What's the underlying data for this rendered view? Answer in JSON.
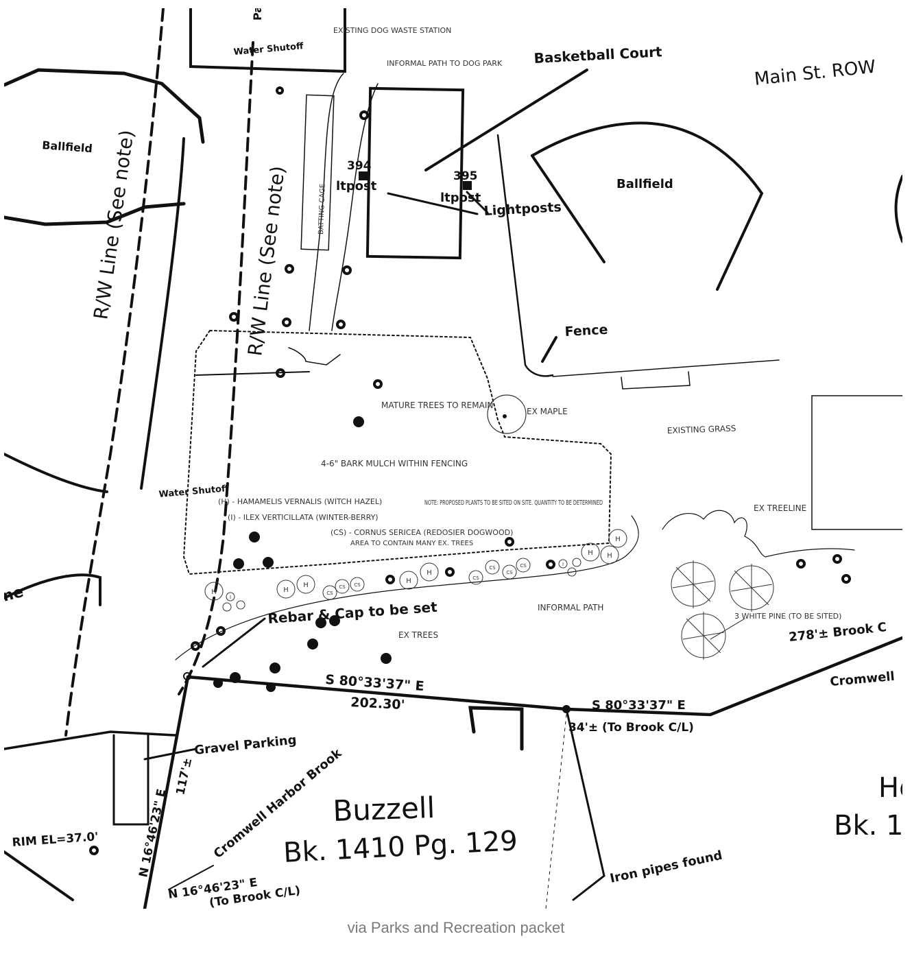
{
  "caption": "via Parks and Recreation packet",
  "map": {
    "labels": {
      "existing_dog_waste_station": "EXISTING DOG WASTE STATION",
      "informal_path_to_dog_park": "INFORMAL PATH TO DOG PARK",
      "basketball_court": "Basketball Court",
      "main_st_row": "Main St. ROW",
      "water_shutoff_top": "Water Shutoff",
      "ballfield_left": "Ballfield",
      "rw_line_left": "R/W Line (See note)",
      "rw_line_center": "R/W Line (See note)",
      "batting_cage": "BATTING CAGE",
      "lightpost_394_num": "394",
      "lightpost_394_label": "ltpost",
      "lightpost_395_num": "395",
      "lightpost_395_label": "ltpost",
      "lightposts": "Lightposts",
      "ballfield_right": "Ballfield",
      "fence": "Fence",
      "mature_trees": "MATURE TREES TO REMAIN",
      "ex_maple": "EX MAPLE",
      "existing_grass": "EXISTING GRASS",
      "bark_mulch": "4-6\" BARK MULCH WITHIN FENCING",
      "water_shutoff_mid": "Water Shutoff",
      "hamamelis": "(H) - HAMAMELIS VERNALIS (WITCH HAZEL)",
      "ilex": "(I) - ILEX VERTICILLATA (WINTER-BERRY)",
      "cornus": "(CS) - CORNUS SERICEA (REDOSIER DOGWOOD)",
      "area_contain": "AREA TO CONTAIN MANY EX. TREES",
      "note_plants": "NOTE: PROPOSED PLANTS TO BE SITED ON SITE. QUANTITY TO BE DETERMINED",
      "ex_treeline": "EX TREELINE",
      "rebar_cap": "Rebar & Cap to be set",
      "informal_path": "INFORMAL PATH",
      "ex_trees": "EX TREES",
      "white_pine": "3 WHITE PINE (TO BE SITED)",
      "brook_278": "278'± Brook C",
      "bearing_1": "S 80°33'37\" E",
      "distance_1": "202.30'",
      "bearing_2": "S 80°33'37\" E",
      "distance_2": "34'± (To Brook C/L)",
      "cromwell": "Cromwell",
      "gravel_parking": "Gravel Parking",
      "cromwell_harbor_brook": "Cromwell Harbor Brook",
      "buzzell": "Buzzell",
      "buzzell_book": "Bk. 1410 Pg. 129",
      "ho": "Ho",
      "bk_right": "Bk. 1",
      "rim_el": "RIM EL=37.0'",
      "bearing_n": "N 16°46'23\" E",
      "distance_n": "117'±",
      "bearing_n2": "N 16°46'23\" E",
      "to_brook": "(To Brook C/L)",
      "iron_pipes": "Iron pipes found",
      "ne_fragment": "ne",
      "pa_fragment": "Pa",
      "plant_h": "H",
      "plant_i": "I",
      "plant_cs": "CS"
    }
  }
}
